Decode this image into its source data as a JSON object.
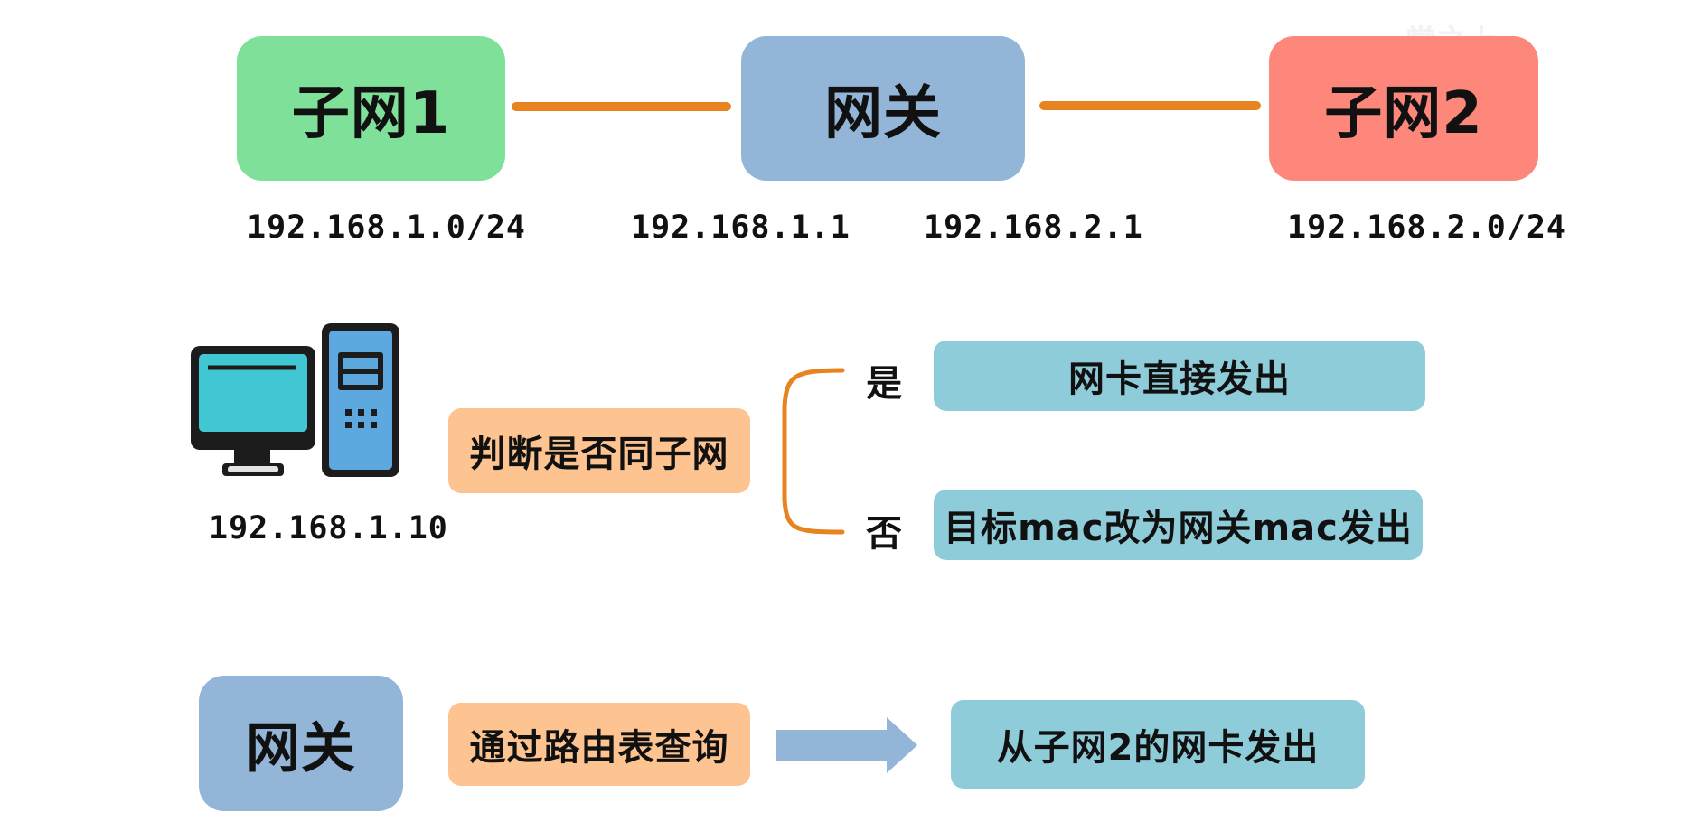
{
  "top": {
    "subnet1": "子网1",
    "gateway": "网关",
    "subnet2": "子网2",
    "ip_subnet1": "192.168.1.0/24",
    "ip_gw1": "192.168.1.1",
    "ip_gw2": "192.168.2.1",
    "ip_subnet2": "192.168.2.0/24"
  },
  "watermark": "掌之上",
  "middle": {
    "host_ip": "192.168.1.10",
    "decision": "判断是否同子网",
    "yes_label": "是",
    "yes_action": "网卡直接发出",
    "no_label": "否",
    "no_action": "目标mac改为网关mac发出"
  },
  "bottom": {
    "gateway": "网关",
    "step": "通过路由表查询",
    "result": "从子网2的网卡发出"
  },
  "colors": {
    "green": "#7fe09a",
    "blue": "#93b5d8",
    "red": "#fd877a",
    "orange_box": "#fdc390",
    "cyan_box": "#8fccda",
    "connector": "#e8841f",
    "arrow": "#93b5d8"
  },
  "icons": {
    "host": "desktop-computer-icon",
    "arrow": "right-arrow-icon"
  }
}
